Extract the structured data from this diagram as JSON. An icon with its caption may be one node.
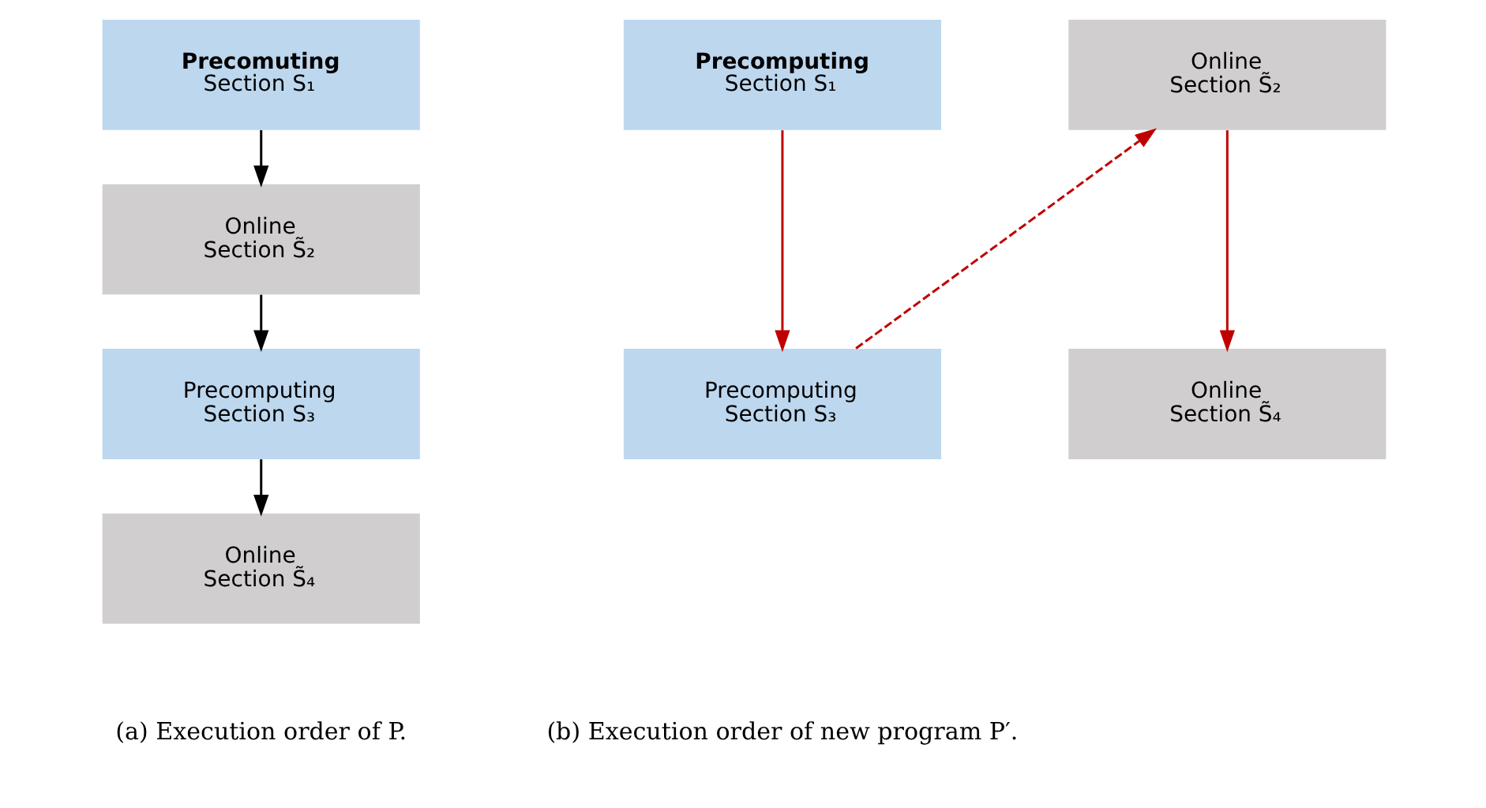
{
  "diagram": {
    "nodes": [
      {
        "text": [
          "Precomuting",
          "Section S₁"
        ]
      },
      {
        "text": [
          "Online",
          "Section S̃₂"
        ]
      },
      {
        "text": [
          "Precomputing",
          "Section S₃"
        ]
      },
      {
        "text": [
          "Online",
          "Section S̃₄"
        ]
      },
      {
        "text": [
          "Precomputing",
          "Section S₁"
        ]
      },
      {
        "text": [
          "Precomputing",
          "Section S₃"
        ]
      },
      {
        "text": [
          "Online",
          "Section S̃₂"
        ]
      },
      {
        "text": [
          "Online",
          "Section S̃₄"
        ]
      }
    ],
    "edges": [
      {
        "from": 0,
        "to": 1,
        "arrow": "to",
        "color": "#000000"
      },
      {
        "from": 1,
        "to": 2,
        "arrow": "to",
        "color": "#000000"
      },
      {
        "from": 2,
        "to": 3,
        "arrow": "to",
        "color": "#000000"
      },
      {
        "from": 4,
        "to": 5,
        "arrow": "to",
        "color": "#c00000"
      },
      {
        "from": 5,
        "to": 6,
        "arrow": "to",
        "style": "dashed",
        "color": "#c00000"
      },
      {
        "from": 6,
        "to": 7,
        "arrow": "to",
        "color": "#c00000"
      }
    ],
    "labels": [
      "(a) Execution order of P.",
      "(b) Execution order of new program P′."
    ]
  }
}
